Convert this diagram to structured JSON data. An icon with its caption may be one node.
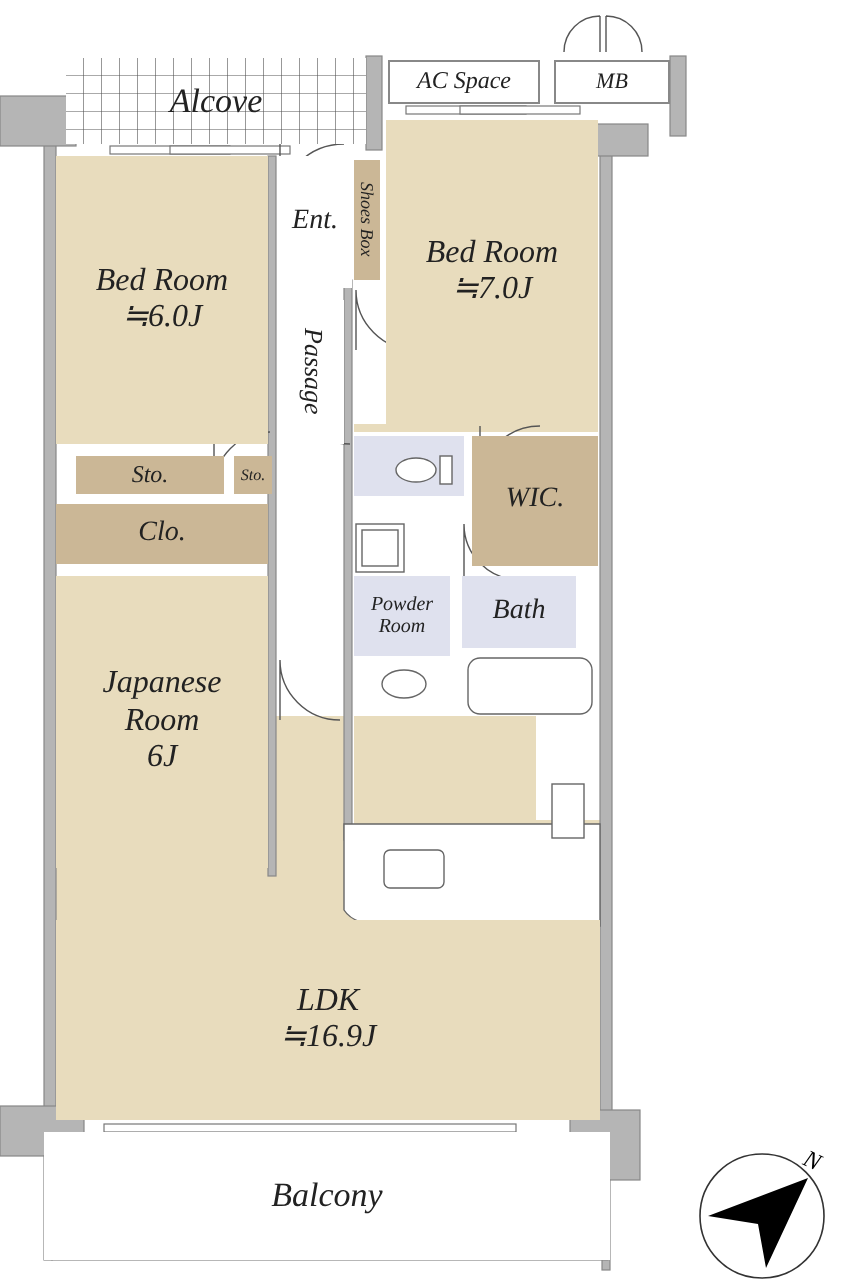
{
  "diagram": {
    "nodes": [
      {
        "text": [
          "Alcove"
        ]
      },
      {
        "text": [
          "AC Space"
        ]
      },
      {
        "text": [
          "MB"
        ]
      },
      {
        "text": [
          "Bed Room",
          "≒6.0J"
        ]
      },
      {
        "text": [
          "Ent."
        ]
      },
      {
        "text": [
          "Shoes Box"
        ]
      },
      {
        "text": [
          "Bed Room",
          "≒7.0J"
        ]
      },
      {
        "text": [
          "Passage"
        ]
      },
      {
        "text": [
          "Sto."
        ]
      },
      {
        "text": [
          "Sto."
        ]
      },
      {
        "text": [
          "WIC."
        ]
      },
      {
        "text": [
          "Clo."
        ]
      },
      {
        "text": [
          "Powder Room"
        ]
      },
      {
        "text": [
          "Bath"
        ]
      },
      {
        "text": [
          "Japanese Room",
          "6J"
        ]
      },
      {
        "text": [
          "LDK",
          "≒16.9J"
        ]
      },
      {
        "text": [
          "Balcony"
        ]
      }
    ],
    "labels": [
      "N"
    ]
  }
}
